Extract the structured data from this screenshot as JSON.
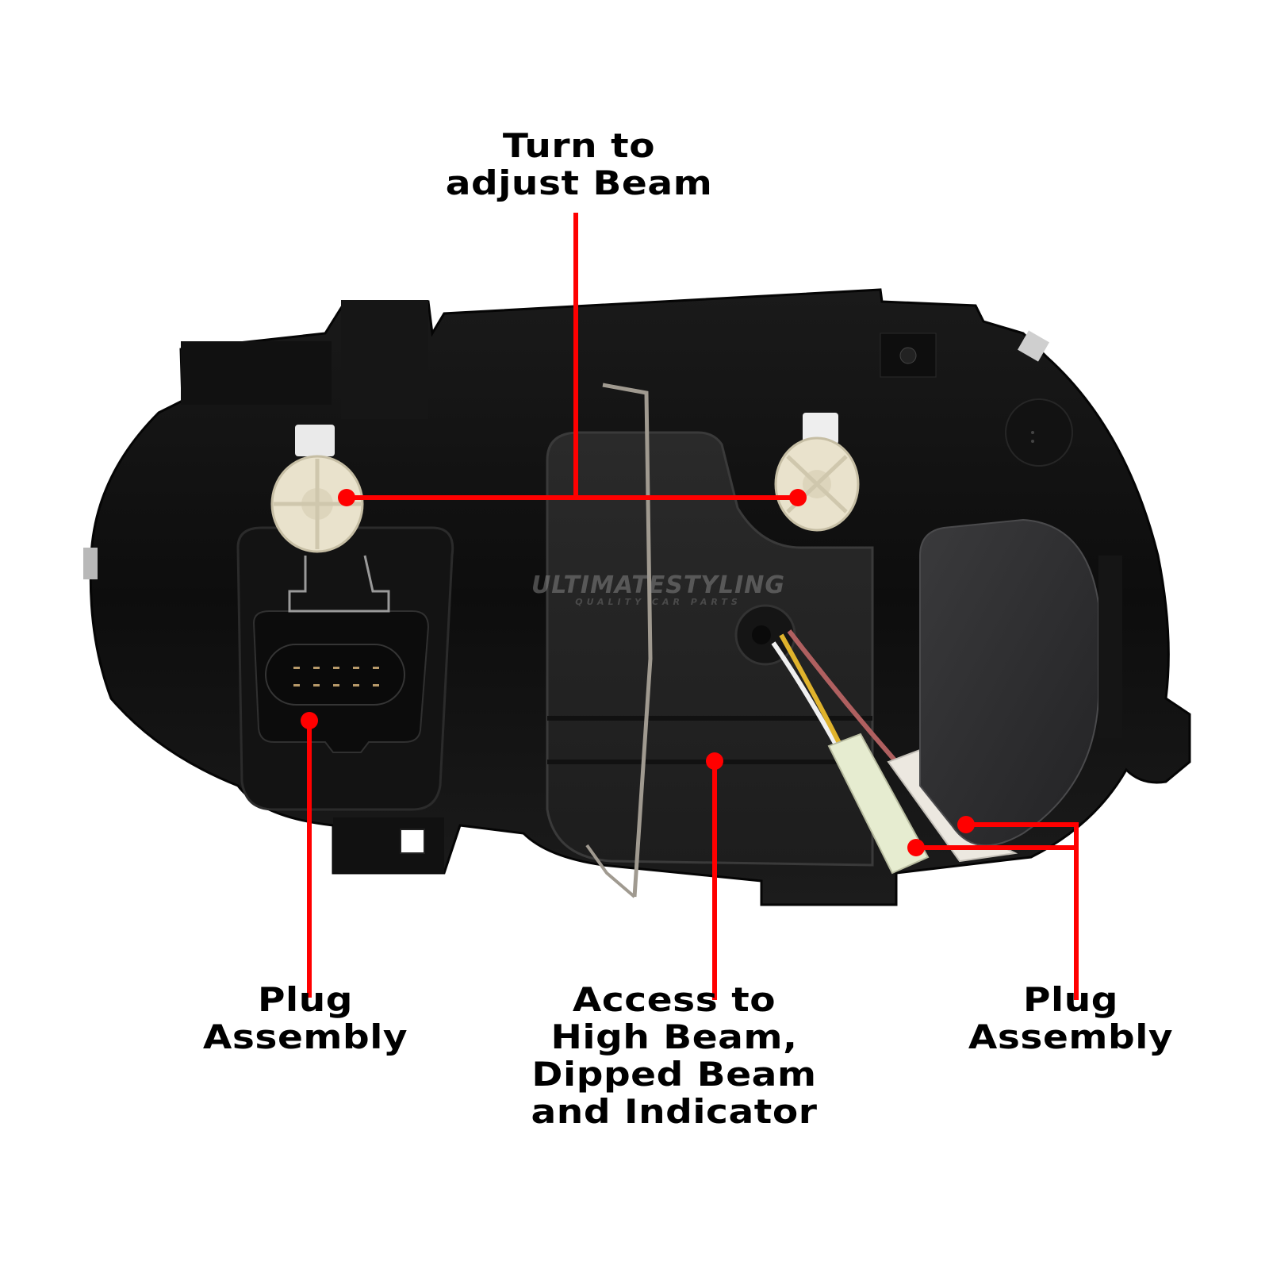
{
  "image": {
    "subject": "Headlight rear view",
    "background_color": "#ffffff",
    "accent_color": "#ff0000",
    "housing_color": "#141414"
  },
  "watermark": {
    "brand": "ULTIMATESTYLING",
    "tagline": "QUALITY CAR PARTS"
  },
  "callouts": {
    "top": {
      "line1": "Turn to",
      "line2": "adjust Beam"
    },
    "left": {
      "line1": "Plug",
      "line2": "Assembly"
    },
    "center": {
      "line1": "Access to",
      "line2": "High Beam,",
      "line3": "Dipped Beam",
      "line4": "and Indicator"
    },
    "right": {
      "line1": "Plug",
      "line2": "Assembly"
    }
  }
}
